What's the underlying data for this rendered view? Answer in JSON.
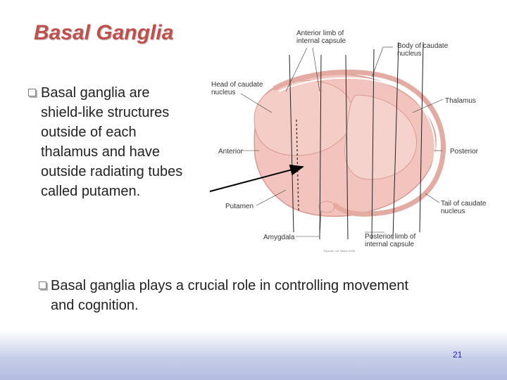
{
  "slide": {
    "title": "Basal Ganglia",
    "bullet1_lines": [
      "Basal ganglia are",
      "shield-like structures",
      "outside of each",
      "thalamus and have",
      "outside radiating tubes",
      "called putamen."
    ],
    "bullet2_lines": [
      "Basal ganglia plays a crucial role in controlling movement",
      "and cognition."
    ],
    "page_number": "21"
  },
  "figure": {
    "labels": {
      "anterior_limb_1": "Anterior limb of",
      "anterior_limb_2": "internal capsule",
      "body_caudate_1": "Body of caudate",
      "body_caudate_2": "nucleus",
      "head_caudate_1": "Head of caudate",
      "head_caudate_2": "nucleus",
      "thalamus": "Thalamus",
      "anterior": "Anterior",
      "posterior": "Posterior",
      "putamen": "Putamen",
      "tail_caudate_1": "Tail of caudate",
      "tail_caudate_2": "nucleus",
      "amygdala": "Amygdala",
      "posterior_limb_1": "Posterior limb of",
      "posterior_limb_2": "internal capsule",
      "credit": "Elsevier Ltd. Netter 2005"
    }
  },
  "colors": {
    "title": "#c0504d",
    "structure_fill": "#f2c4bd",
    "structure_stroke": "#d99a90",
    "page_number": "#1f1fc0"
  }
}
